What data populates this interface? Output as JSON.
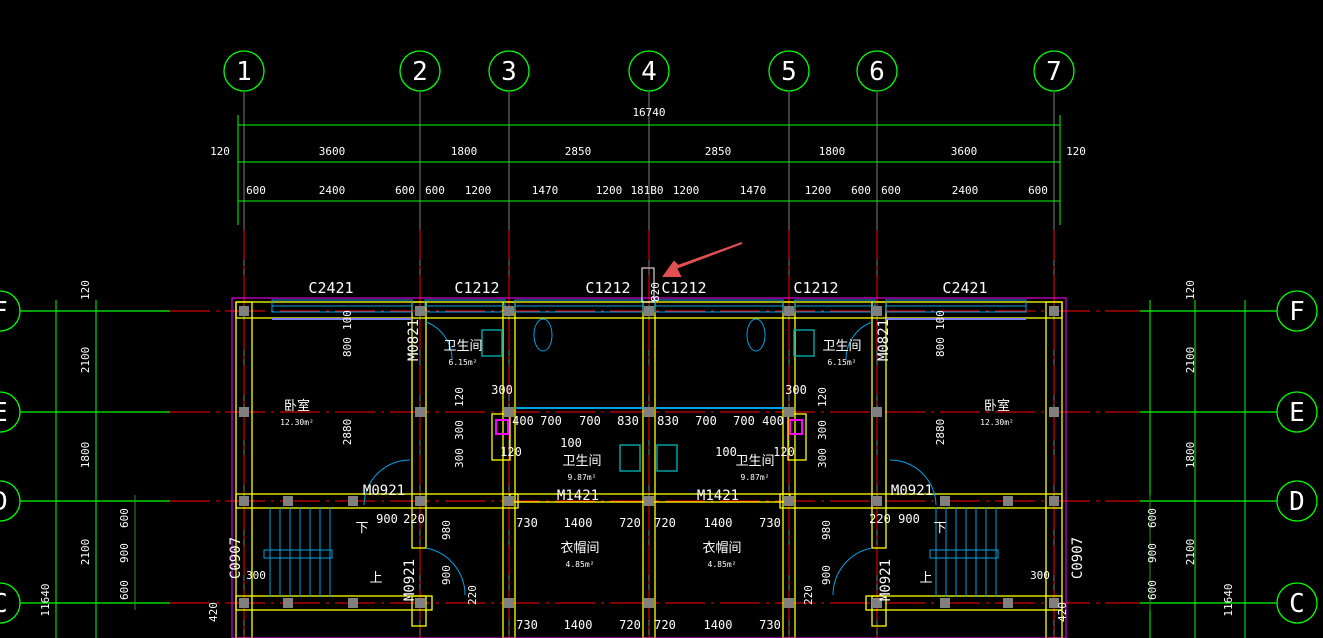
{
  "axes": {
    "columns": [
      "1",
      "2",
      "3",
      "4",
      "5",
      "6",
      "7"
    ],
    "rows_left": [
      "F",
      "E",
      "D",
      "C"
    ],
    "rows_right": [
      "F",
      "E",
      "D",
      "C"
    ]
  },
  "dims_top": {
    "overall": "16740",
    "level2": [
      "120",
      "3600",
      "1800",
      "2850",
      "2850",
      "1800",
      "3600",
      "120"
    ],
    "level3": [
      "600",
      "2400",
      "600",
      "600",
      "1200",
      "1470",
      "1200",
      "181B0",
      "1200",
      "1470",
      "1200",
      "600",
      "600",
      "2400",
      "600"
    ]
  },
  "windows": [
    "C2421",
    "C1212",
    "C1212",
    "C1212",
    "C1212",
    "C2421",
    "820"
  ],
  "rooms": [
    {
      "name": "卧室",
      "area": "12.30m²"
    },
    {
      "name": "卫生间",
      "area": "6.15m²"
    },
    {
      "name": "卫生间",
      "area": "9.87m²"
    },
    {
      "name": "衣帽间",
      "area": "4.85m²"
    },
    {
      "name": "卫生间",
      "area": "9.87m²"
    },
    {
      "name": "衣帽间",
      "area": "4.85m²"
    },
    {
      "name": "卫生间",
      "area": "6.15m²"
    },
    {
      "name": "卧室",
      "area": "12.30m²"
    }
  ],
  "doors": [
    "M0821",
    "M0921",
    "M0921",
    "C0907",
    "M1421",
    "M1421",
    "M0821",
    "M0921",
    "M0921",
    "C0907"
  ],
  "stairs": [
    "下",
    "上",
    "下",
    "上"
  ],
  "dims_inner": [
    "400",
    "700",
    "700",
    "830",
    "830",
    "700",
    "700",
    "400",
    "100",
    "120",
    "100",
    "120",
    "300",
    "300",
    "730",
    "1400",
    "720",
    "720",
    "1400",
    "730",
    "730",
    "1400",
    "720",
    "720",
    "1400",
    "730",
    "900",
    "220",
    "220",
    "900"
  ],
  "dims_vertical": [
    "120",
    "2100",
    "1800",
    "2100",
    "11640",
    "600",
    "900",
    "600",
    "120",
    "2100",
    "1800",
    "2100",
    "11640",
    "600",
    "900",
    "600",
    "100",
    "800",
    "2880",
    "120",
    "300",
    "300",
    "980",
    "900",
    "220",
    "420",
    "300",
    "100",
    "800",
    "2880",
    "120",
    "300",
    "300",
    "980",
    "900",
    "220",
    "420",
    "300"
  ],
  "colors": {
    "axis": "#00ff00",
    "wall": "#ffff00",
    "centerline": "#ff0000",
    "fixture": "#00a0e0",
    "dim": "#2e8b2e",
    "arrow": "#e05050",
    "column": "#808080"
  }
}
